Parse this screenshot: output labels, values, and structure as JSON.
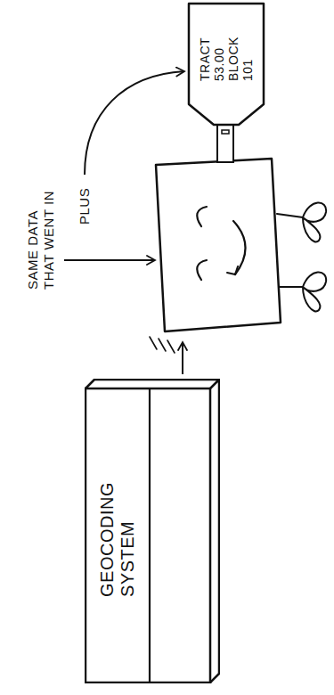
{
  "diagram": {
    "nodes": [
      {
        "text": [
          "GEOCODING SYSTEM"
        ]
      },
      {
        "text": [
          "TRACT 53.00 BLOCK 101"
        ]
      }
    ],
    "labels": [
      "SAME DATA THAT WENT IN",
      "PLUS"
    ]
  }
}
